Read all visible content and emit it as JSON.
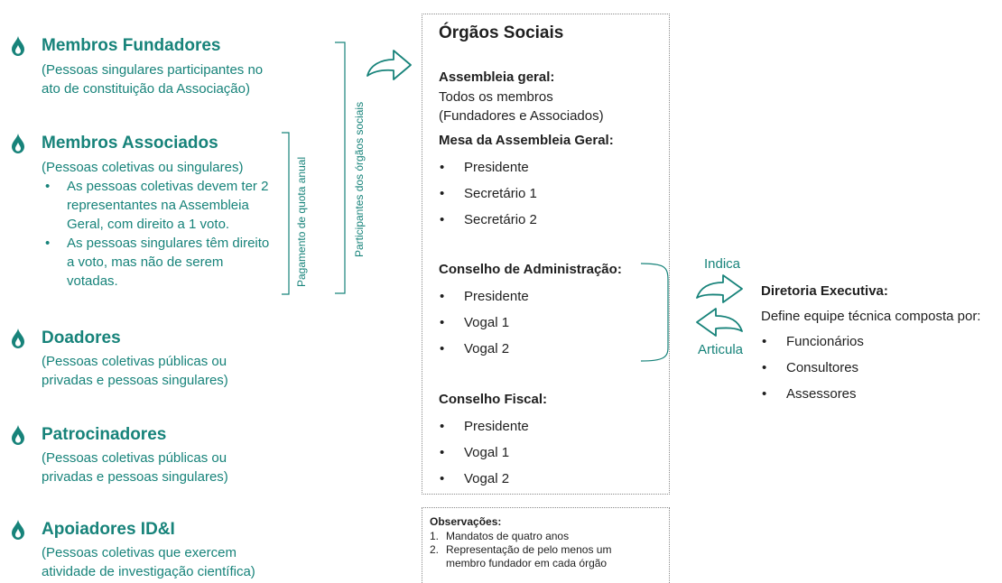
{
  "colors": {
    "accent": "#17837a",
    "text": "#1f1f1f",
    "border": "#8a8a8a"
  },
  "members": [
    {
      "icon": "flame-icon",
      "title": "Membros Fundadores",
      "desc": [
        "(Pessoas singulares participantes no",
        "ato de constituição da Associação)"
      ]
    },
    {
      "icon": "flame-icon",
      "title": "Membros Associados",
      "desc": [
        "(Pessoas coletivas ou singulares)"
      ],
      "bullets": [
        [
          "As pessoas coletivas devem ter 2",
          "representantes na Assembleia",
          "Geral, com direito a 1 voto."
        ],
        [
          "As pessoas singulares têm direito",
          "a voto, mas não de serem",
          "votadas."
        ]
      ]
    },
    {
      "icon": "flame-icon",
      "title": "Doadores",
      "desc": [
        "(Pessoas coletivas públicas ou",
        "privadas e pessoas singulares)"
      ]
    },
    {
      "icon": "flame-icon",
      "title": "Patrocinadores",
      "desc": [
        "(Pessoas coletivas públicas ou",
        "privadas e pessoas singulares)"
      ]
    },
    {
      "icon": "flame-icon",
      "title": "Apoiadores ID&I",
      "desc": [
        "(Pessoas coletivas que exercem",
        "atividade de investigação científica)"
      ]
    }
  ],
  "brackets": {
    "quota_label": "Pagamento de quota anual",
    "participants_label": "Participantes dos órgãos sociais"
  },
  "orgaos": {
    "title": "Órgãos Sociais",
    "assembleia": {
      "title": "Assembleia geral:",
      "lines": [
        "Todos os membros",
        "(Fundadores e Associados)"
      ]
    },
    "mesa": {
      "title": "Mesa da Assembleia Geral:",
      "items": [
        "Presidente",
        "Secretário 1",
        "Secretário 2"
      ]
    },
    "conselho_admin": {
      "title": "Conselho de Administração:",
      "items": [
        "Presidente",
        "Vogal 1",
        "Vogal 2"
      ]
    },
    "conselho_fiscal": {
      "title": "Conselho Fiscal:",
      "items": [
        "Presidente",
        "Vogal 1",
        "Vogal 2"
      ]
    }
  },
  "observacoes": {
    "title": "Observações:",
    "items": [
      {
        "num": "1.",
        "lines": [
          "Mandatos de quatro anos"
        ]
      },
      {
        "num": "2.",
        "lines": [
          "Representação de pelo menos um",
          "membro fundador em cada órgão"
        ]
      }
    ]
  },
  "arrows": {
    "indica": "Indica",
    "articula": "Articula"
  },
  "diretoria": {
    "title": "Diretoria Executiva:",
    "subtitle": "Define equipe técnica composta por:",
    "items": [
      "Funcionários",
      "Consultores",
      "Assessores"
    ]
  }
}
